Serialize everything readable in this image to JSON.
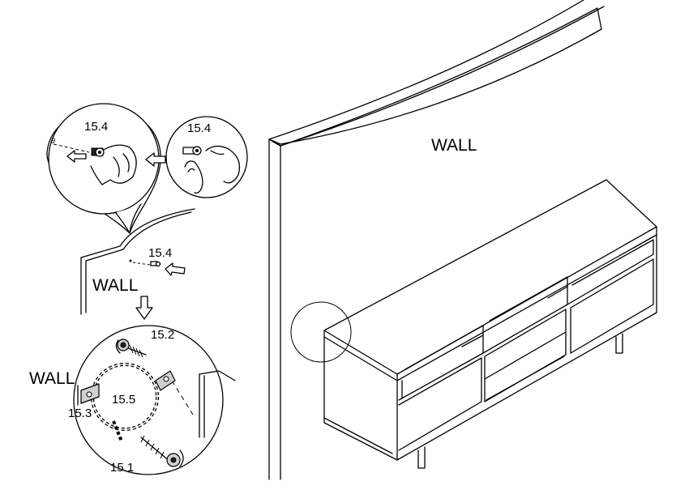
{
  "labels": {
    "wall_main": "WALL",
    "wall_mid": "WALL",
    "wall_detail": "WALL",
    "part_15_4_a": "15.4",
    "part_15_4_b": "15.4",
    "part_15_4_c": "15.4",
    "part_15_2": "15.2",
    "part_15_5": "15.5",
    "part_15_3": "15.3",
    "part_15_1": "15.1"
  },
  "colors": {
    "line": "#000000",
    "background": "#ffffff",
    "shading": "#cfcfcf"
  },
  "icons": [
    "arrow-left-icon",
    "arrow-down-icon",
    "anchor-plug-icon",
    "screw-icon",
    "chain-icon",
    "bracket-icon"
  ]
}
